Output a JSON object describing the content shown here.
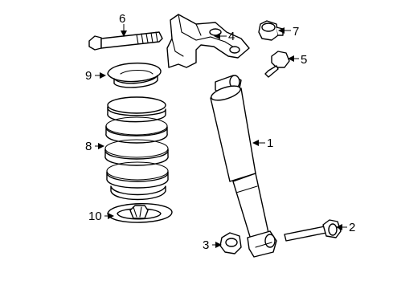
{
  "callouts": [
    {
      "id": "c1",
      "label": "1"
    },
    {
      "id": "c2",
      "label": "2"
    },
    {
      "id": "c3",
      "label": "3"
    },
    {
      "id": "c4",
      "label": "4"
    },
    {
      "id": "c5",
      "label": "5"
    },
    {
      "id": "c6",
      "label": "6"
    },
    {
      "id": "c7",
      "label": "7"
    },
    {
      "id": "c8",
      "label": "8"
    },
    {
      "id": "c9",
      "label": "9"
    },
    {
      "id": "c10",
      "label": "10"
    }
  ],
  "parts": [
    {
      "name": "shock-absorber"
    },
    {
      "name": "bolt"
    },
    {
      "name": "nut"
    },
    {
      "name": "bracket"
    },
    {
      "name": "bolt"
    },
    {
      "name": "bolt"
    },
    {
      "name": "nut"
    },
    {
      "name": "coil-spring"
    },
    {
      "name": "upper-spring-insulator"
    },
    {
      "name": "lower-spring-insulator"
    }
  ]
}
